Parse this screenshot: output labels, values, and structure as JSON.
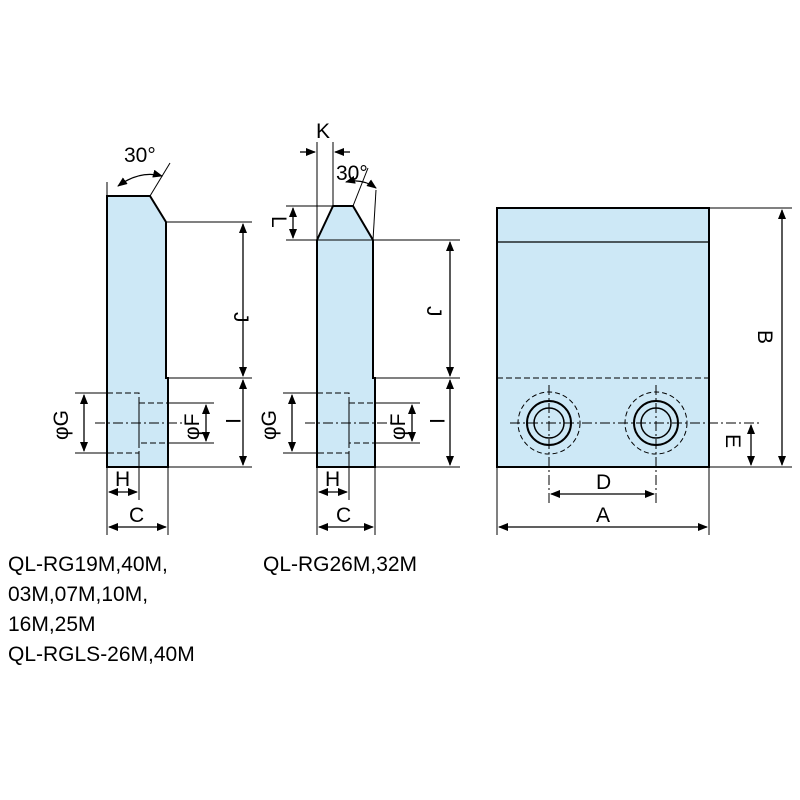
{
  "dimension_labels": {
    "angle_left": "30°",
    "angle_mid": "30°",
    "K": "K",
    "L": "L",
    "J_left": "J",
    "J_mid": "J",
    "I_left": "I",
    "I_mid": "I",
    "G_left": "φG",
    "G_mid": "φG",
    "F_left": "φF",
    "F_mid": "φF",
    "H_left": "H",
    "H_mid": "H",
    "C_left": "C",
    "C_mid": "C",
    "A": "A",
    "B": "B",
    "D": "D",
    "E": "E"
  },
  "captions": {
    "left_models": [
      "QL-RG19M,40M,",
      "03M,07M,10M,",
      "16M,25M",
      "QL-RGLS-26M,40M"
    ],
    "mid_models": [
      "QL-RG26M,32M"
    ]
  }
}
